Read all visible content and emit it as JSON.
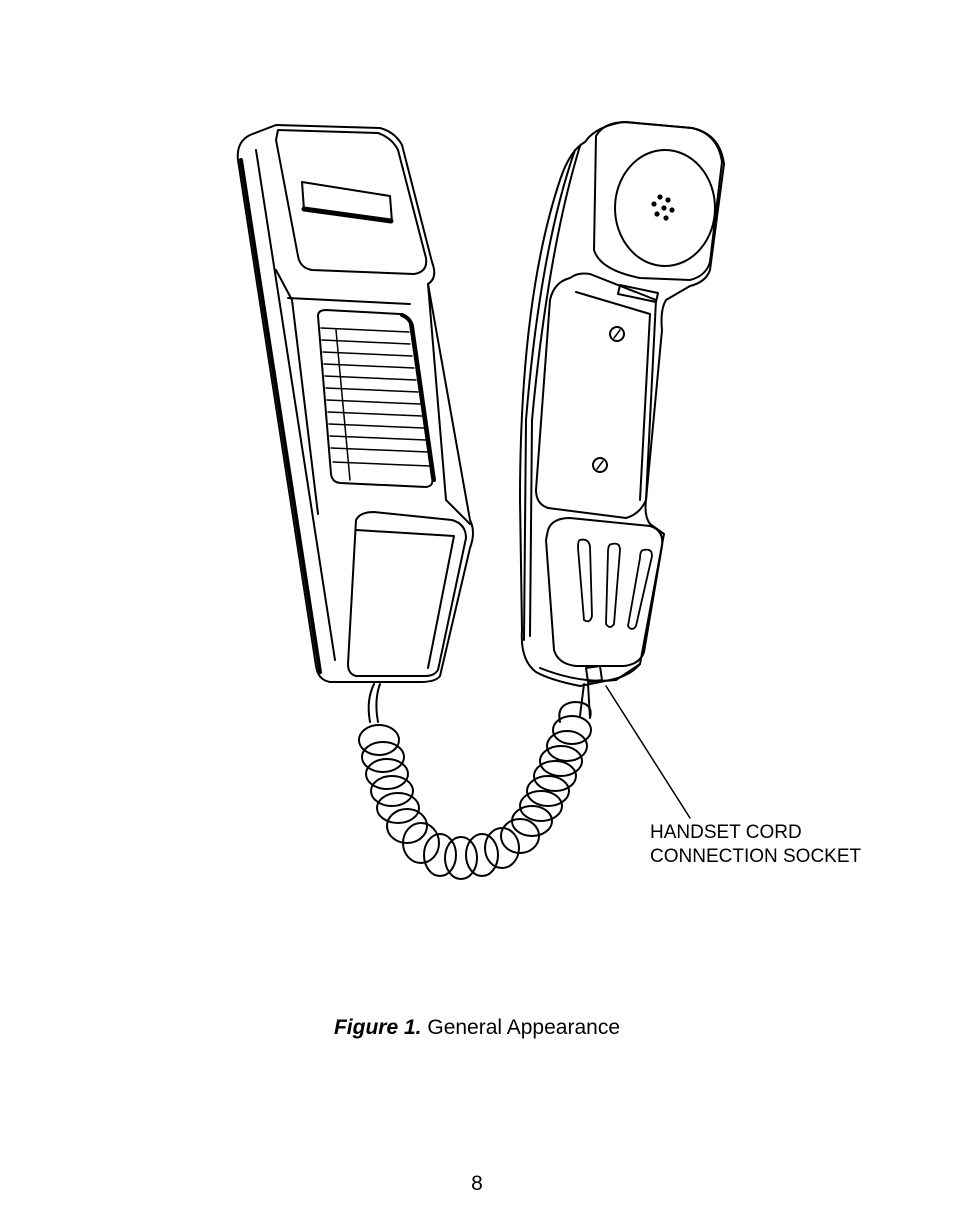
{
  "figure": {
    "callout_line1": "HANDSET CORD",
    "callout_line2": "CONNECTION SOCKET",
    "caption_number": "Figure 1.",
    "caption_text": "General Appearance"
  },
  "page": {
    "number": "8"
  }
}
